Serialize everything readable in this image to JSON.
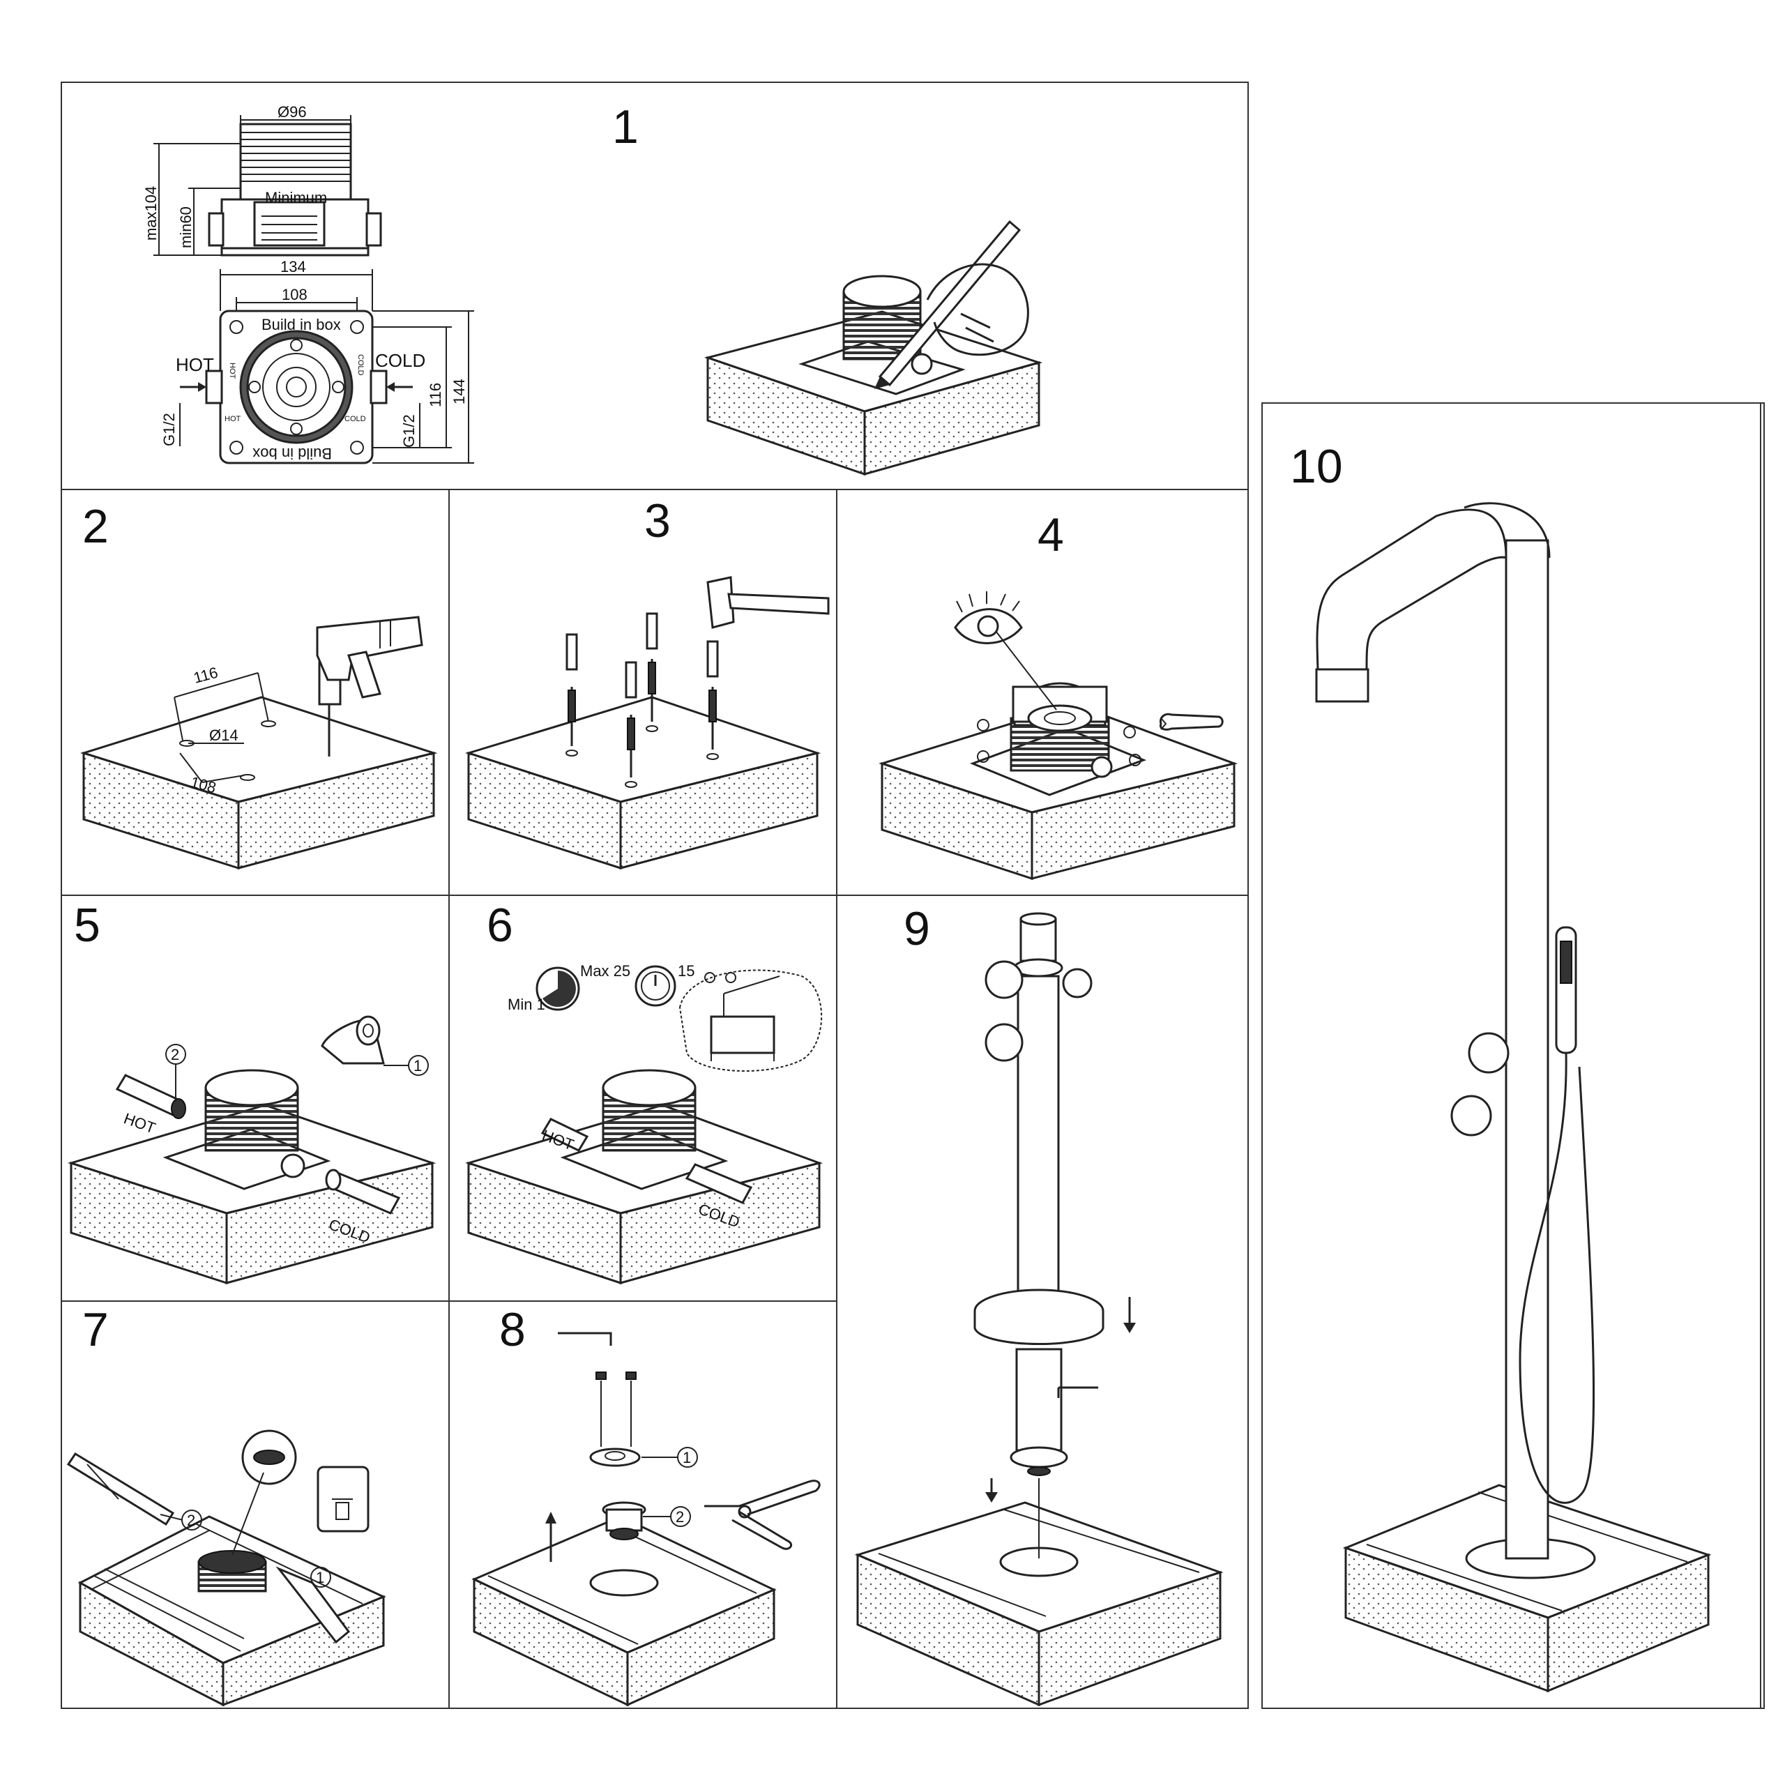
{
  "steps": {
    "s1": "1",
    "s2": "2",
    "s3": "3",
    "s4": "4",
    "s5": "5",
    "s6": "6",
    "s7": "7",
    "s8": "8",
    "s9": "9",
    "s10": "10"
  },
  "step1": {
    "dia96": "Ø96",
    "max104": "max104",
    "min60": "min60",
    "minimum": "Minimum",
    "w134": "134",
    "w108": "108",
    "build_in_box": "Build in box",
    "hot": "HOT",
    "cold": "COLD",
    "h116": "116",
    "h144": "144",
    "g12_left": "G1/2",
    "g12_right": "G1/2",
    "hot_small": "HOT",
    "cold_small": "COLD"
  },
  "step2": {
    "d116": "116",
    "d14": "Ø14",
    "d108": "108"
  },
  "step5": {
    "c1": "1",
    "c2": "2",
    "hot": "HOT",
    "cold": "COLD"
  },
  "step6": {
    "max25": "Max 25",
    "min1": "Min 1",
    "v15": "15",
    "hot": "HOT",
    "cold": "COLD"
  },
  "step7": {
    "c1": "1",
    "c2": "2"
  },
  "step8": {
    "c1": "1",
    "c2": "2"
  }
}
